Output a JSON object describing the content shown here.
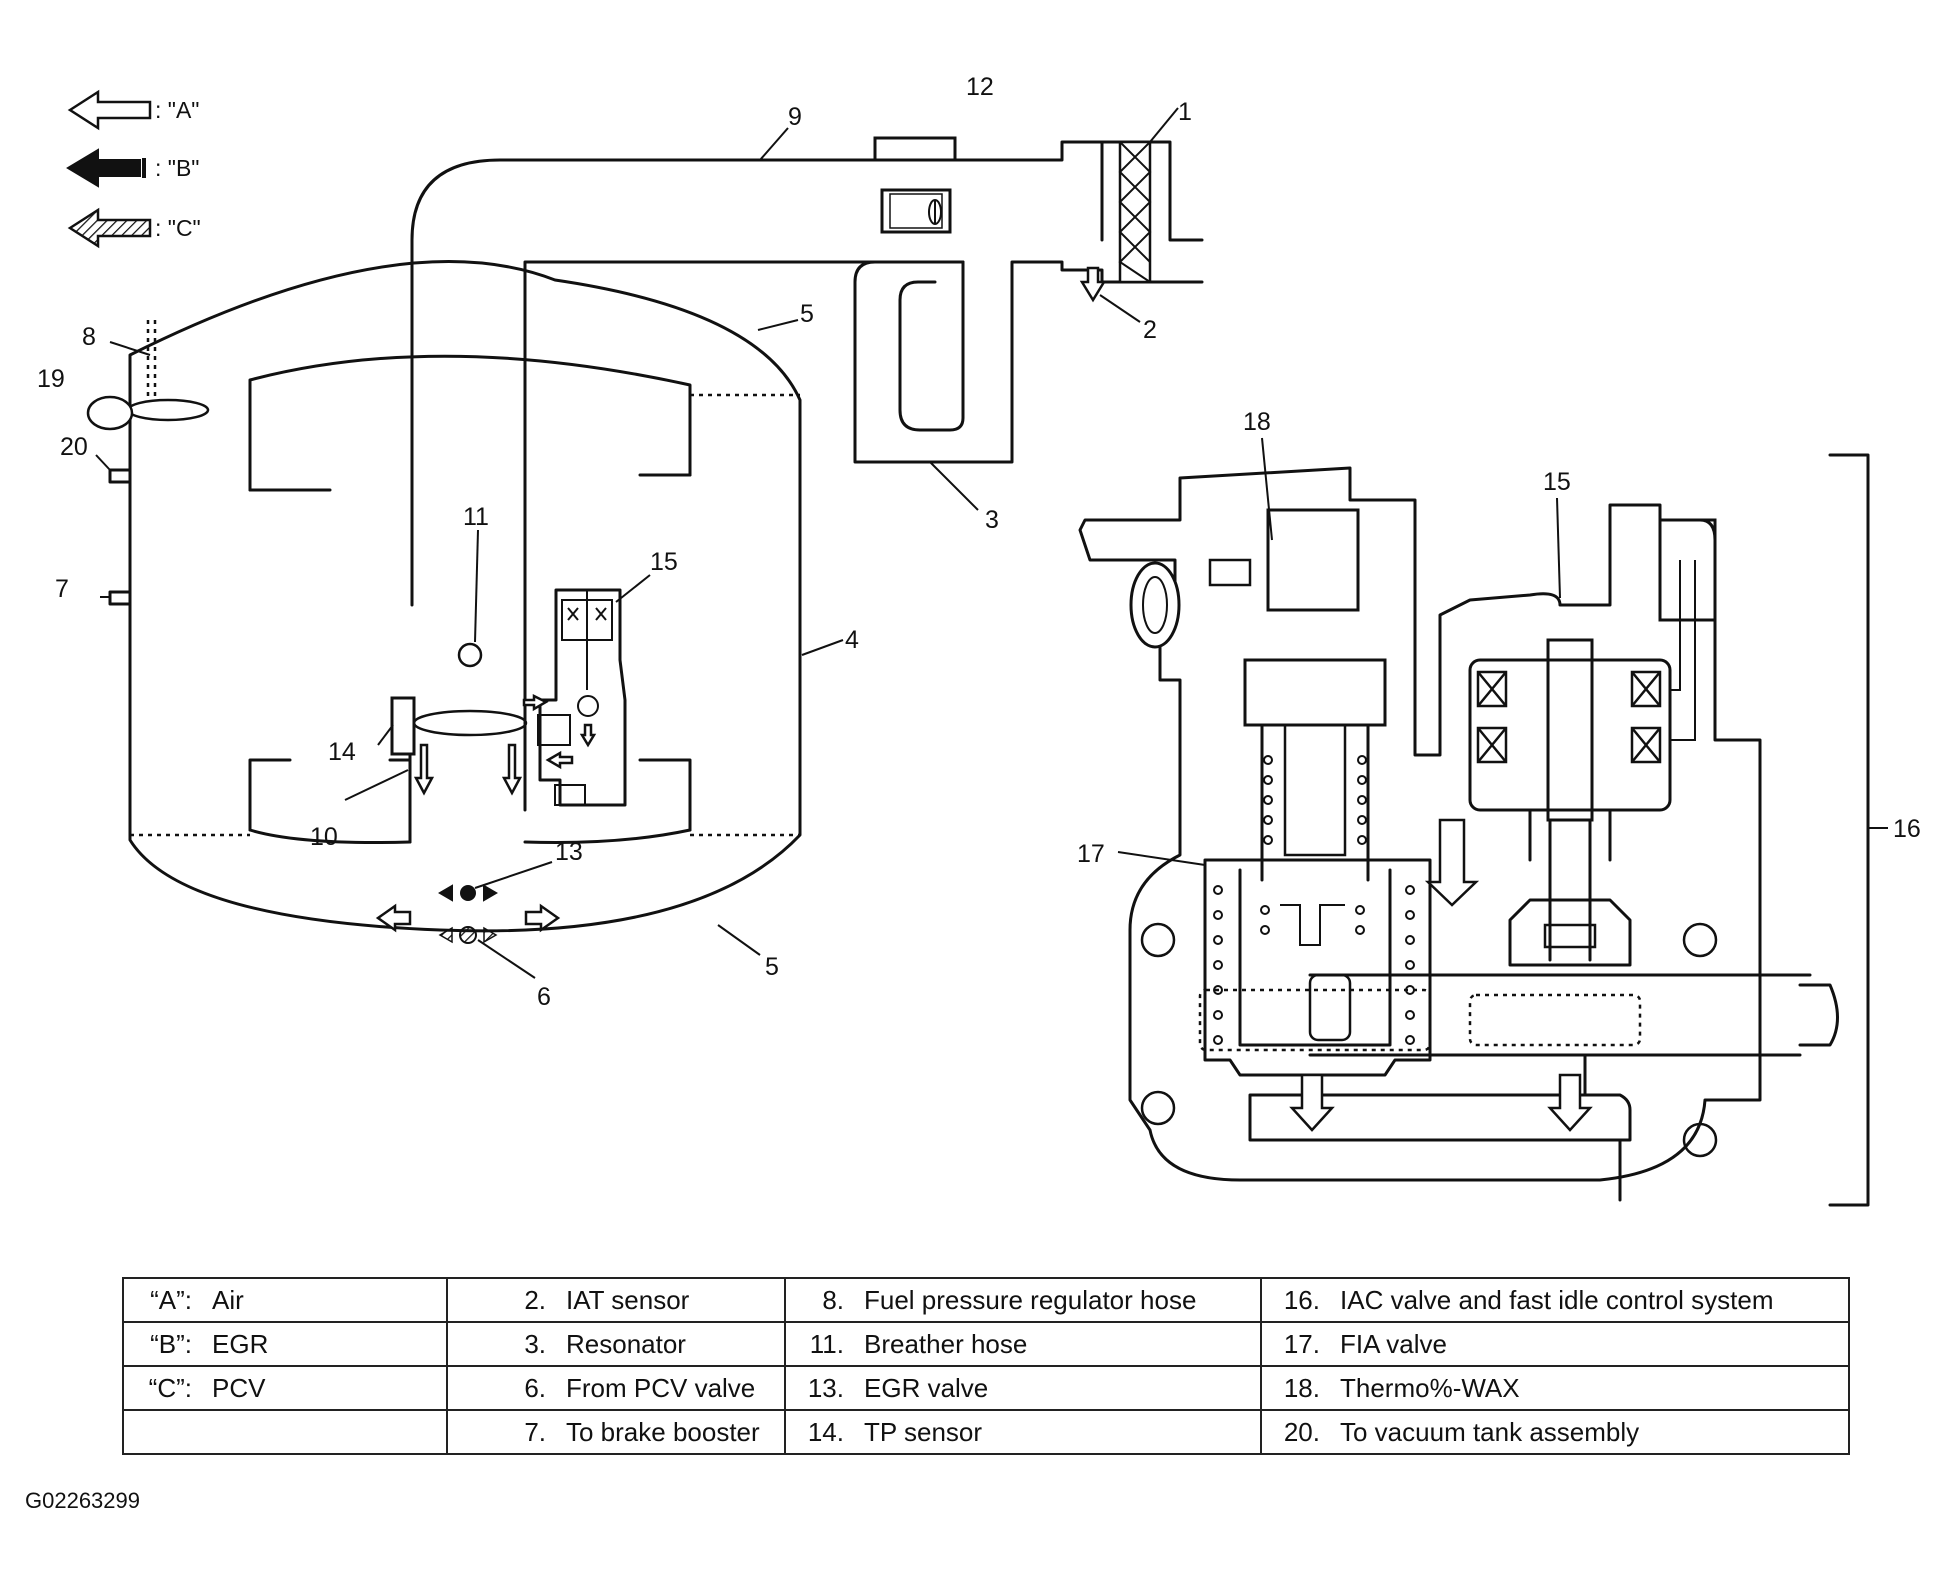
{
  "flow_legend": [
    {
      "key": "A",
      "label": ": \"A\""
    },
    {
      "key": "B",
      "label": ": \"B\""
    },
    {
      "key": "C",
      "label": ": \"C\""
    }
  ],
  "callouts": {
    "n1": "1",
    "n2": "2",
    "n3": "3",
    "n4": "4",
    "n5a": "5",
    "n5b": "5",
    "n6": "6",
    "n7": "7",
    "n8": "8",
    "n9": "9",
    "n10": "10",
    "n11": "11",
    "n12": "12",
    "n13": "13",
    "n14": "14",
    "n15a": "15",
    "n15b": "15",
    "n16": "16",
    "n17": "17",
    "n18": "18",
    "n19": "19",
    "n20": "20"
  },
  "legend_table": {
    "rows": [
      [
        {
          "num": "“A”:",
          "text": "Air"
        },
        {
          "num": "2.",
          "text": "IAT sensor"
        },
        {
          "num": "8.",
          "text": "Fuel pressure regulator hose"
        },
        {
          "num": "16.",
          "text": "IAC valve and fast idle control system"
        }
      ],
      [
        {
          "num": "“B”:",
          "text": "EGR"
        },
        {
          "num": "3.",
          "text": "Resonator"
        },
        {
          "num": "11.",
          "text": "Breather hose"
        },
        {
          "num": "17.",
          "text": "FIA valve"
        }
      ],
      [
        {
          "num": "“C”:",
          "text": "PCV"
        },
        {
          "num": "6.",
          "text": "From PCV valve"
        },
        {
          "num": "13.",
          "text": "EGR valve"
        },
        {
          "num": "18.",
          "text": "Thermo%-WAX"
        }
      ],
      [
        {
          "num": "",
          "text": ""
        },
        {
          "num": "7.",
          "text": "To brake booster"
        },
        {
          "num": "14.",
          "text": "TP sensor"
        },
        {
          "num": "20.",
          "text": "To vacuum tank assembly"
        }
      ]
    ]
  },
  "figure_id": "G02263299"
}
